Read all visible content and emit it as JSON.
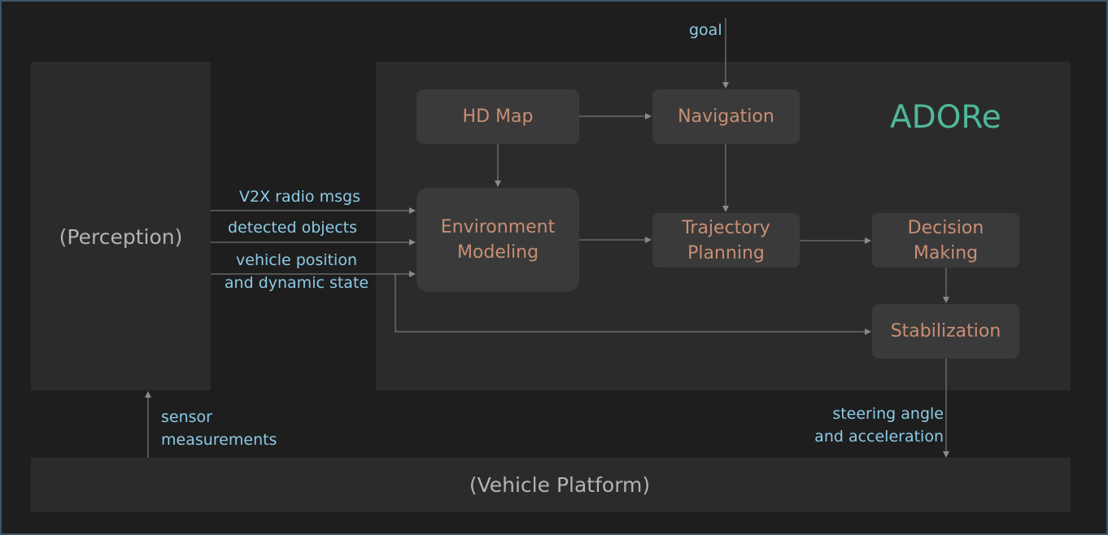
{
  "diagram": {
    "title": "ADORe",
    "perception_label": "(Perception)",
    "vehicle_platform_label": "(Vehicle Platform)",
    "nodes": {
      "hd_map": "HD Map",
      "navigation": "Navigation",
      "environment_modeling": "Environment\nModeling",
      "trajectory_planning": "Trajectory\nPlanning",
      "decision_making": "Decision\nMaking",
      "stabilization": "Stabilization"
    },
    "edge_labels": {
      "goal": "goal",
      "v2x": "V2X radio msgs",
      "detected_objects": "detected objects",
      "vehicle_position": "vehicle position\nand dynamic state",
      "sensor_measurements": "sensor\nmeasurements",
      "steering": "steering angle\nand acceleration"
    },
    "colors": {
      "background": "#1e1e1e",
      "panel": "#2b2b2b",
      "node": "#3a3a3a",
      "node_text": "#c98e74",
      "edge_label": "#8ccbe6",
      "title": "#4fb89a",
      "arrow": "#8a8a8a"
    }
  }
}
